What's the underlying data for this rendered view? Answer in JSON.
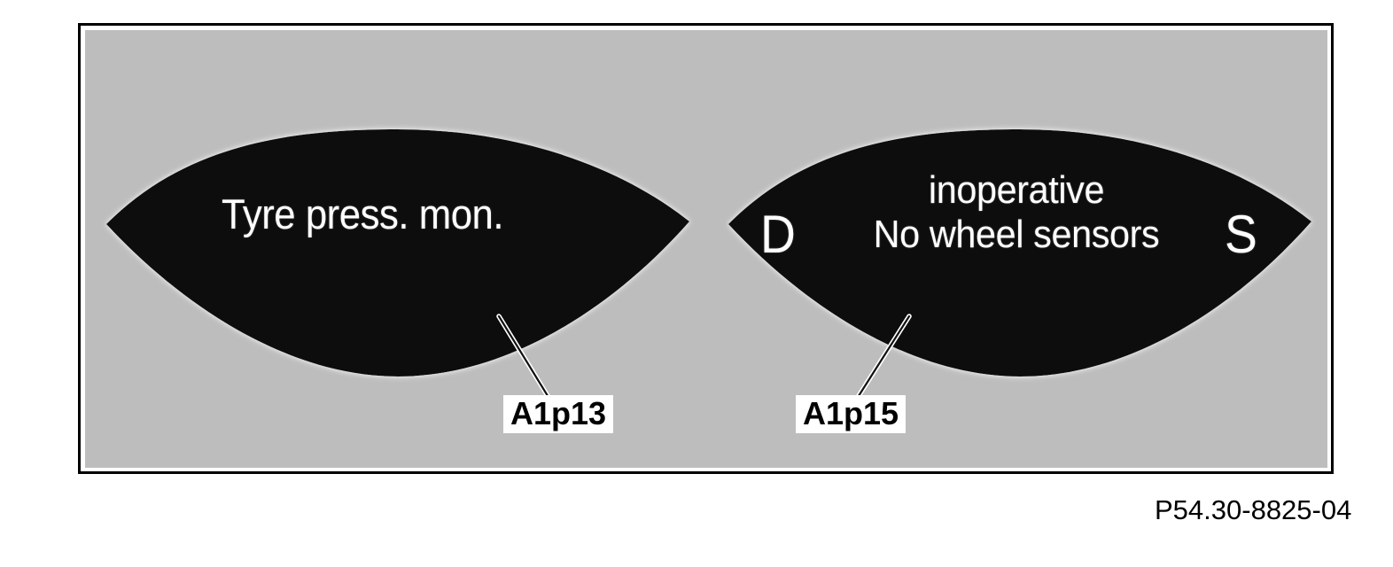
{
  "figure": {
    "caption": "P54.30-8825-04",
    "background_color": "#bdbdbd",
    "border_color": "#000000",
    "page_background": "#ffffff"
  },
  "displays": [
    {
      "id": "left",
      "name": "tyre-pressure-monitor-display",
      "screen_color": "#000000",
      "text_color": "#ffffff",
      "message_lines": [
        "Tyre press. mon."
      ],
      "edge_letters": {
        "left": "",
        "right": ""
      },
      "callout": {
        "label": "A1p13",
        "label_color": "#000000",
        "box_color": "#ffffff"
      }
    },
    {
      "id": "right",
      "name": "no-wheel-sensors-display",
      "screen_color": "#000000",
      "text_color": "#ffffff",
      "message_lines": [
        "inoperative",
        "No wheel sensors"
      ],
      "edge_letters": {
        "left": "D",
        "right": "S"
      },
      "callout": {
        "label": "A1p15",
        "label_color": "#000000",
        "box_color": "#ffffff"
      }
    }
  ]
}
